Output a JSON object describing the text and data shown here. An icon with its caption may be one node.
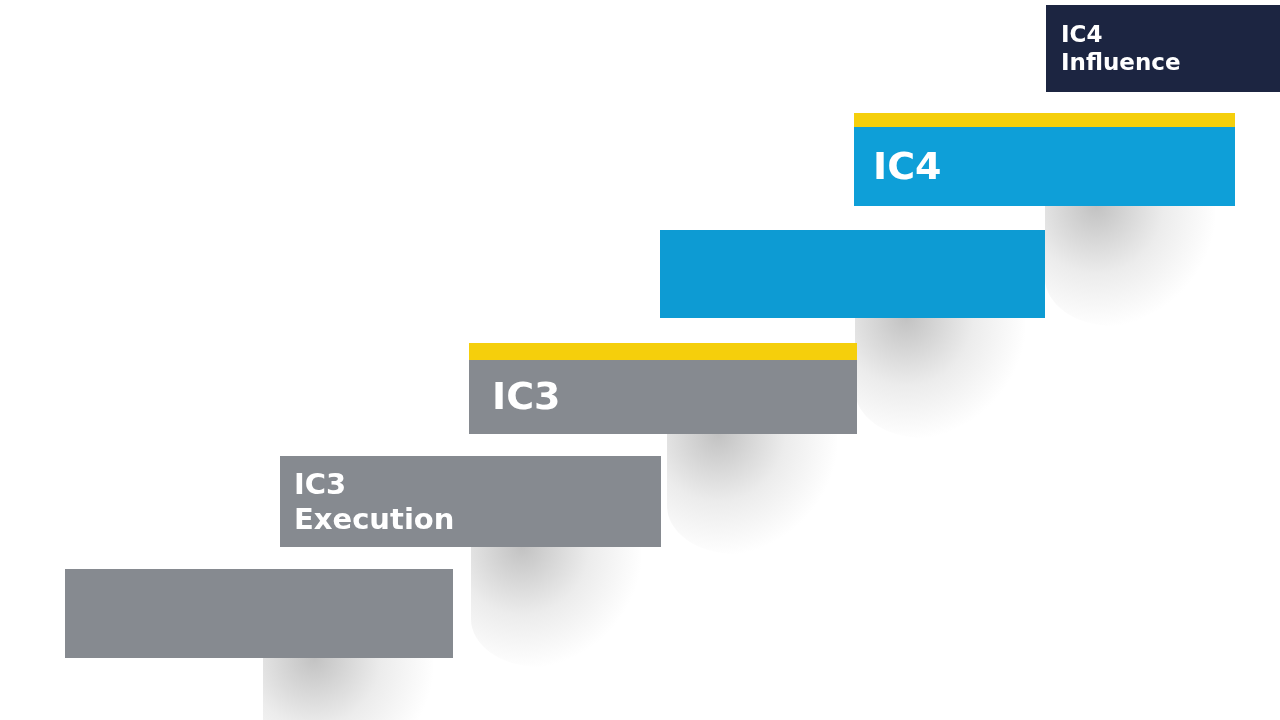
{
  "diagram": {
    "nodes": [
      {
        "text": [
          "IC4",
          "Influence"
        ]
      },
      {
        "text": [
          "IC4"
        ]
      },
      {
        "text": [],
        "shape": "bar"
      },
      {
        "text": [
          "IC3"
        ]
      },
      {
        "text": [
          "IC3",
          "Execution"
        ]
      },
      {
        "text": [],
        "shape": "bar"
      }
    ]
  }
}
